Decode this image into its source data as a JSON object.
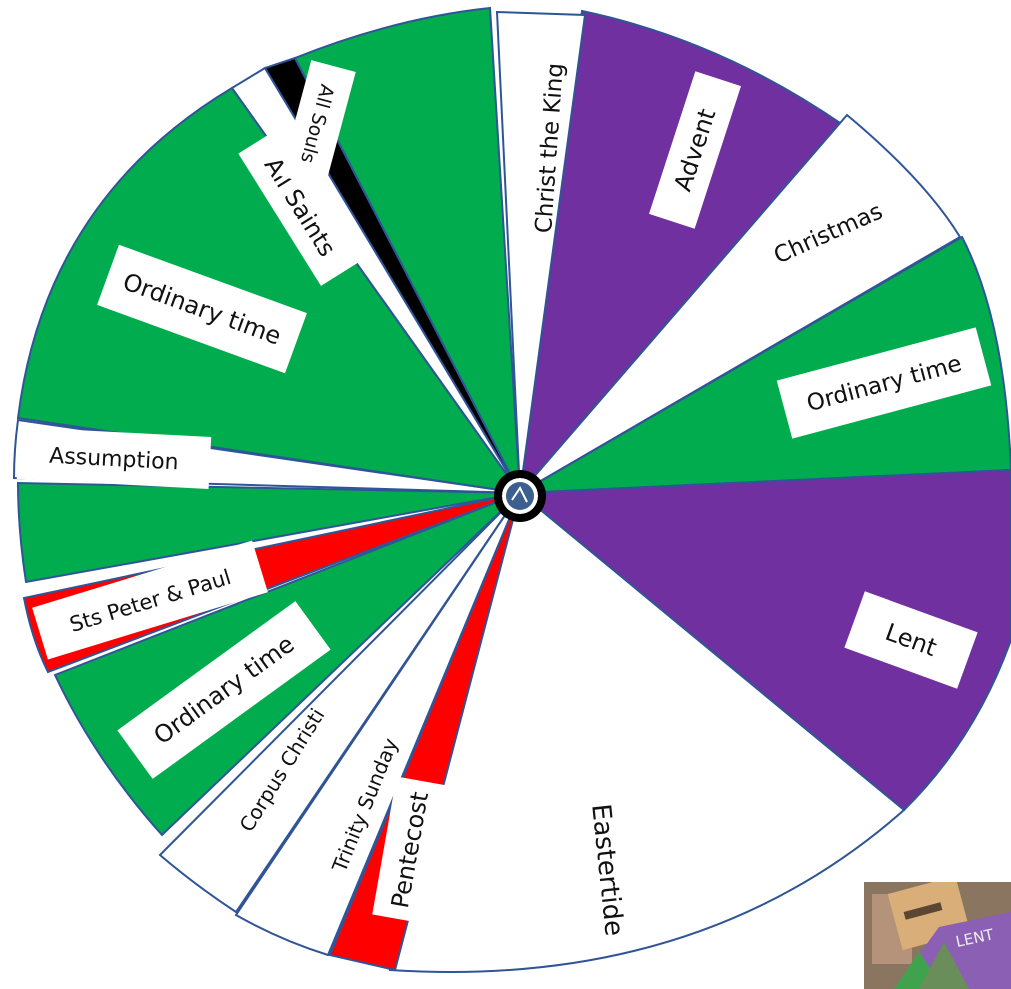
{
  "colors": {
    "green": "#00ac4e",
    "purple": "#7030a0",
    "white": "#ffffff",
    "red": "#ff0000",
    "black": "#000000",
    "outline": "#2f5597",
    "label_bg": "#ffffff"
  },
  "segments": [
    {
      "id": "advent",
      "label": "Advent",
      "color": "purple"
    },
    {
      "id": "christmas",
      "label": "Christmas",
      "color": "white"
    },
    {
      "id": "ordinary-time-1",
      "label": "Ordinary time",
      "color": "green"
    },
    {
      "id": "lent",
      "label": "Lent",
      "color": "purple"
    },
    {
      "id": "eastertide",
      "label": "Eastertide",
      "color": "white"
    },
    {
      "id": "pentecost",
      "label": "Pentecost",
      "color": "red"
    },
    {
      "id": "trinity-sunday",
      "label": "Trinity Sunday",
      "color": "white"
    },
    {
      "id": "corpus-christi",
      "label": "Corpus Christi",
      "color": "white"
    },
    {
      "id": "ordinary-time-2",
      "label": "Ordinary time",
      "color": "green"
    },
    {
      "id": "sts-peter-paul",
      "label": "Sts Peter & Paul",
      "color": "red"
    },
    {
      "id": "assumption",
      "label": "Assumption",
      "color": "white"
    },
    {
      "id": "ordinary-time-3",
      "label": "Ordinary time",
      "color": "green"
    },
    {
      "id": "all-saints",
      "label": "All Saints",
      "color": "white"
    },
    {
      "id": "all-souls",
      "label": "All Souls",
      "color": "black"
    },
    {
      "id": "christ-the-king",
      "label": "Christ the King",
      "color": "white"
    }
  ],
  "photo": {
    "visible_text": "LENT",
    "icon": "photo-of-wooden-wheel"
  }
}
